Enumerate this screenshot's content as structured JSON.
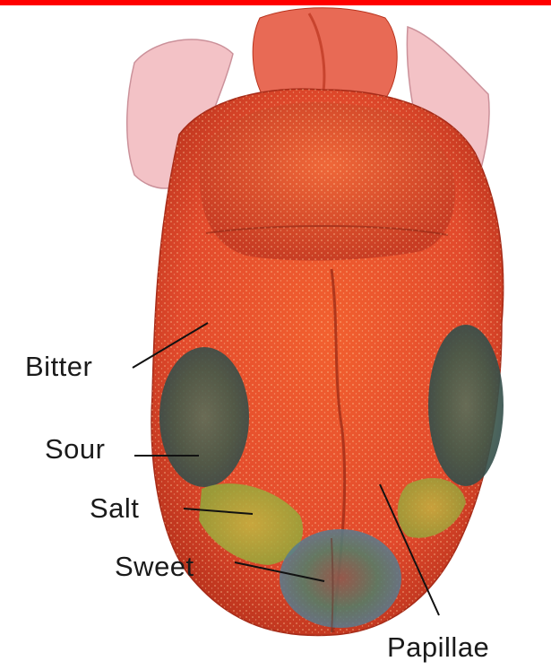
{
  "colors": {
    "top_bar": "#ff0000",
    "tongue_base": "#e24a2c",
    "tongue_dark": "#b8321c",
    "bitter_zone": "#3f5a4a",
    "sour_zone": "#4a6a4a",
    "salt_zone": "#a8b23a",
    "sweet_zone": "#5a7a6a",
    "lip_pink": "#f3bfc4"
  },
  "labels": {
    "bitter": "Bitter",
    "sour": "Sour",
    "salt": "Salt",
    "sweet": "Sweet",
    "papillae": "Papillae"
  }
}
